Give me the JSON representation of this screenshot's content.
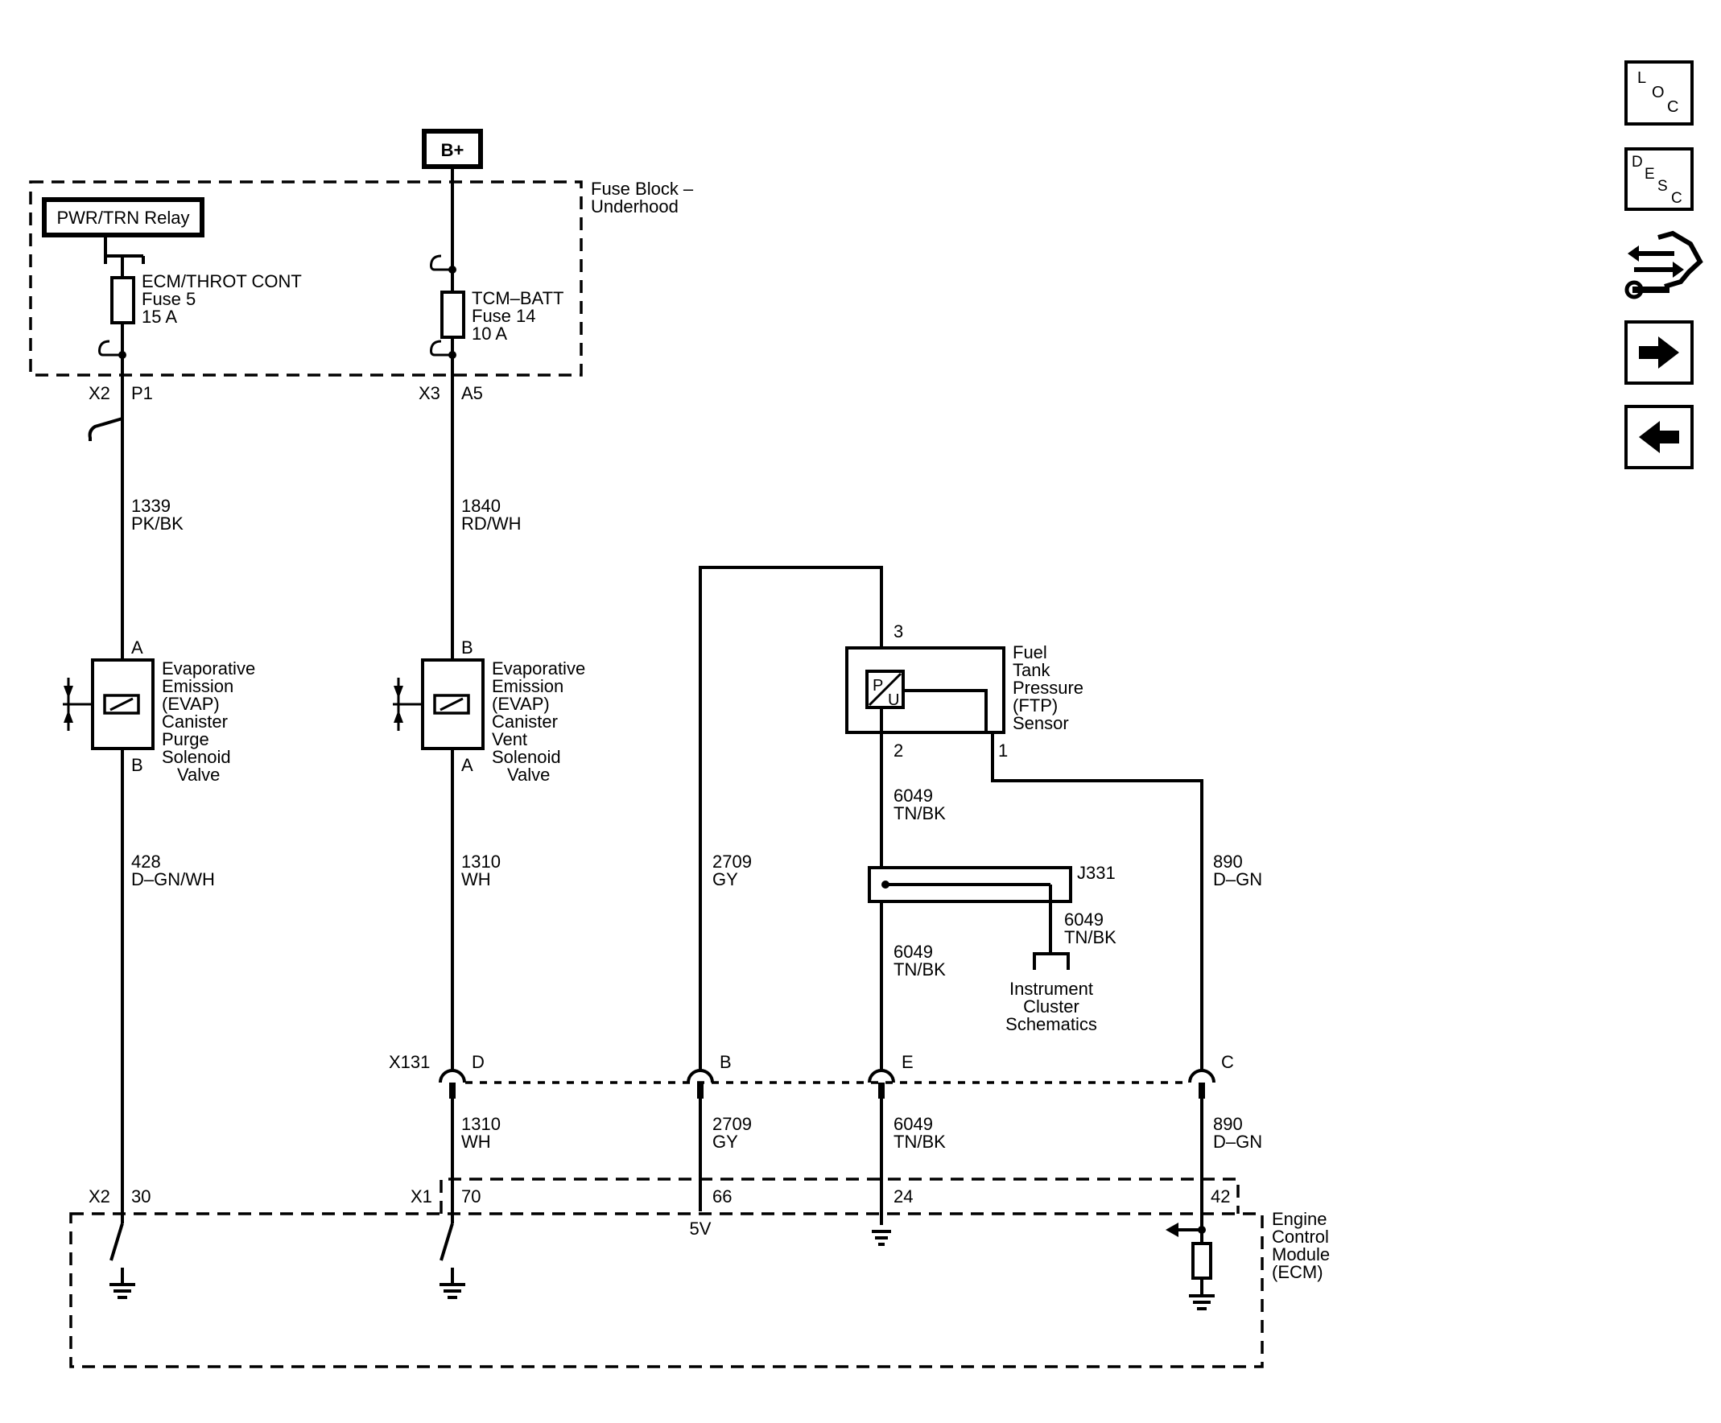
{
  "power": {
    "bplus": "B+",
    "relay": "PWR/TRN Relay",
    "fuse_block": [
      "Fuse Block –",
      "Underhood"
    ]
  },
  "fuses": {
    "ecm": [
      "ECM/THROT CONT",
      "Fuse 5",
      "15 A"
    ],
    "tcm": [
      "TCM–BATT",
      "Fuse 14",
      "10 A"
    ]
  },
  "connectors": {
    "x2_top": "X2",
    "p1": "P1",
    "x3_top": "X3",
    "a5": "A5",
    "x131": "X131",
    "pin_d": "D",
    "pin_b": "B",
    "pin_e": "E",
    "pin_c": "C",
    "x2_bot": "X2",
    "pin_30": "30",
    "x1_bot": "X1",
    "pin_70": "70",
    "pin_66": "66",
    "pin_24": "24",
    "pin_42": "42",
    "five_v": "5V",
    "j331": "J331"
  },
  "wires": {
    "w1339": [
      "1339",
      "PK/BK"
    ],
    "w1840": [
      "1840",
      "RD/WH"
    ],
    "w428": [
      "428",
      "D–GN/WH"
    ],
    "w1310a": [
      "1310",
      "WH"
    ],
    "w1310b": [
      "1310",
      "WH"
    ],
    "w2709a": [
      "2709",
      "GY"
    ],
    "w2709b": [
      "2709",
      "GY"
    ],
    "w6049a": [
      "6049",
      "TN/BK"
    ],
    "w6049b": [
      "6049",
      "TN/BK"
    ],
    "w6049c": [
      "6049",
      "TN/BK"
    ],
    "w6049d": [
      "6049",
      "TN/BK"
    ],
    "w890a": [
      "890",
      "D–GN"
    ],
    "w890b": [
      "890",
      "D–GN"
    ]
  },
  "components": {
    "purge": {
      "pin_top": "A",
      "pin_bot": "B",
      "label": [
        "Evaporative",
        "Emission",
        "(EVAP)",
        "Canister",
        "Purge",
        "Solenoid",
        "Valve"
      ]
    },
    "vent": {
      "pin_top": "B",
      "pin_bot": "A",
      "label": [
        "Evaporative",
        "Emission",
        "(EVAP)",
        "Canister",
        "Vent",
        "Solenoid",
        "Valve"
      ]
    },
    "ftp": {
      "pin_3": "3",
      "pin_2": "2",
      "pin_1": "1",
      "p": "P",
      "u": "U",
      "label": [
        "Fuel",
        "Tank",
        "Pressure",
        "(FTP)",
        "Sensor"
      ]
    },
    "cluster": [
      "Instrument",
      "Cluster",
      "Schematics"
    ],
    "ecm": [
      "Engine",
      "Control",
      "Module",
      "(ECM)"
    ]
  },
  "nav": {
    "loc": [
      "L",
      "O",
      "C"
    ],
    "desc": [
      "D",
      "E",
      "S",
      "C"
    ]
  }
}
